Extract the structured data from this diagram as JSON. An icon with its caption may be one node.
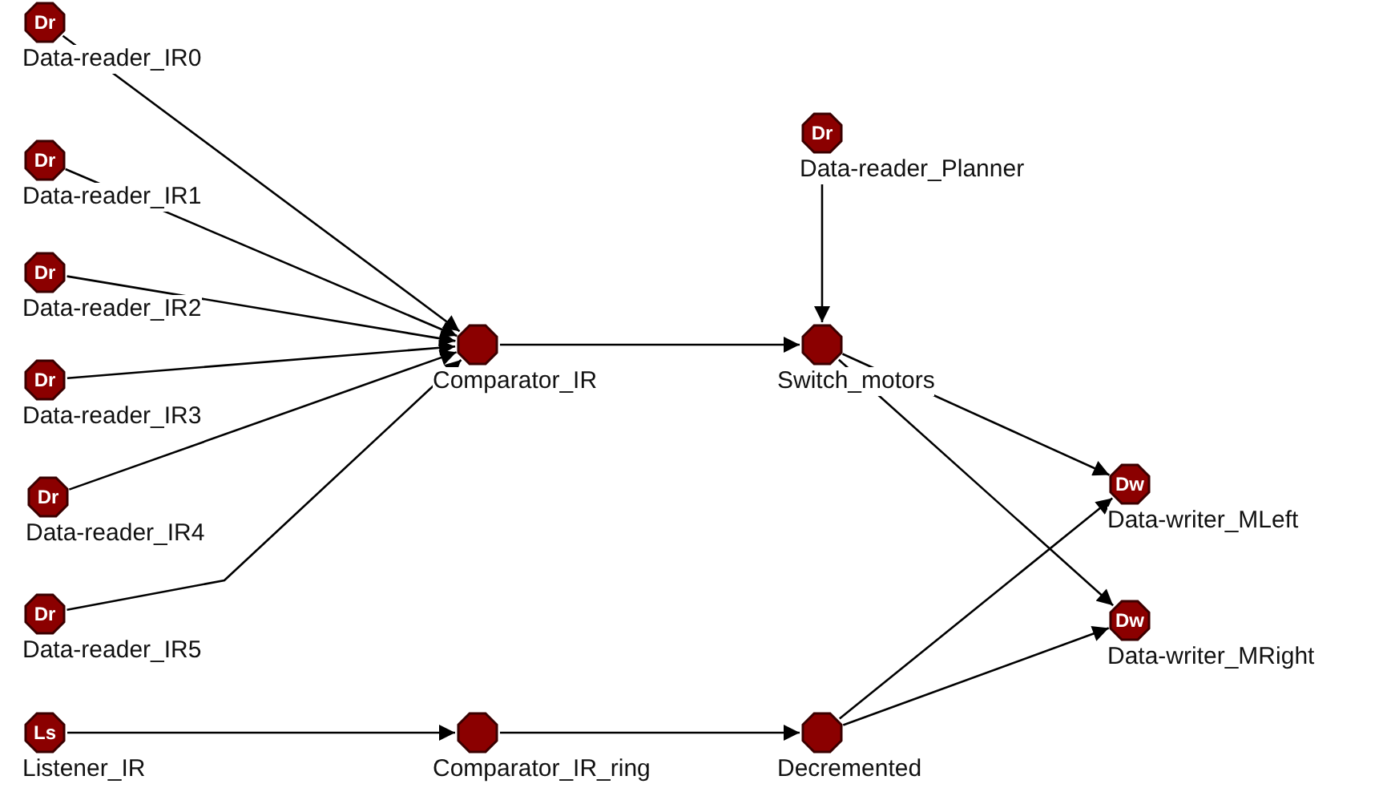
{
  "diagram": {
    "nodes": [
      {
        "text": [
          "Dr",
          "Data-reader_IR0"
        ]
      },
      {
        "text": [
          "Dr",
          "Data-reader_IR1"
        ]
      },
      {
        "text": [
          "Dr",
          "Data-reader_IR2"
        ]
      },
      {
        "text": [
          "Dr",
          "Data-reader_IR3"
        ]
      },
      {
        "text": [
          "Dr",
          "Data-reader_IR4"
        ]
      },
      {
        "text": [
          "Dr",
          "Data-reader_IR5"
        ]
      },
      {
        "text": [
          "Ls",
          "Listener_IR"
        ]
      },
      {
        "text": [
          "Comparator_IR"
        ]
      },
      {
        "text": [
          "Comparator_IR_ring"
        ]
      },
      {
        "text": [
          "Dr",
          "Data-reader_Planner"
        ]
      },
      {
        "text": [
          "Switch_motors"
        ]
      },
      {
        "text": [
          "Decremented"
        ]
      },
      {
        "text": [
          "Dw",
          "Data-writer_MLeft"
        ]
      },
      {
        "text": [
          "Dw",
          "Data-writer_MRight"
        ]
      }
    ],
    "edges": [
      {
        "from": 0,
        "to": 7,
        "arrow": "to"
      },
      {
        "from": 1,
        "to": 7,
        "arrow": "to"
      },
      {
        "from": 2,
        "to": 7,
        "arrow": "to"
      },
      {
        "from": 3,
        "to": 7,
        "arrow": "to"
      },
      {
        "from": 4,
        "to": 7,
        "arrow": "to"
      },
      {
        "from": 5,
        "to": 7,
        "arrow": "to"
      },
      {
        "from": 7,
        "to": 10,
        "arrow": "to"
      },
      {
        "from": 9,
        "to": 10,
        "arrow": "to"
      },
      {
        "from": 10,
        "to": 12,
        "arrow": "to"
      },
      {
        "from": 10,
        "to": 13,
        "arrow": "to"
      },
      {
        "from": 6,
        "to": 8,
        "arrow": "to"
      },
      {
        "from": 8,
        "to": 11,
        "arrow": "to"
      },
      {
        "from": 11,
        "to": 12,
        "arrow": "to"
      },
      {
        "from": 11,
        "to": 13,
        "arrow": "to"
      }
    ]
  }
}
